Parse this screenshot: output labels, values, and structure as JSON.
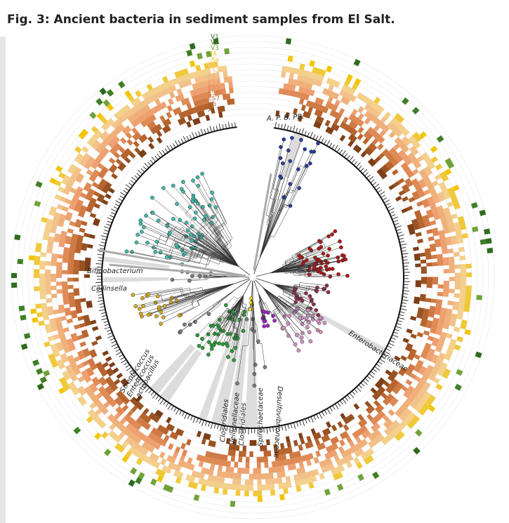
{
  "title": "Fig. 3: Ancient bacteria in sediment samples from El Salt.",
  "rings": [
    {
      "label": "V1",
      "color": "#2f6b1f"
    },
    {
      "label": "V2",
      "color": "#3f7f25"
    },
    {
      "label": "V3",
      "color": "#6fa33a"
    },
    {
      "label": "IX",
      "color": "#f2c500"
    },
    {
      "label": "Xa",
      "color": "#f0c93a"
    },
    {
      "label": "ES1",
      "color": "#f4d08a"
    },
    {
      "label": "ES2",
      "color": "#f3c28a"
    },
    {
      "label": "ES3",
      "color": "#f0b07a"
    },
    {
      "label": "ES4",
      "color": "#eea070"
    },
    {
      "label": "ES5",
      "color": "#e08a55"
    },
    {
      "label": "ES6",
      "color": "#cf7a45"
    },
    {
      "label": "ES7",
      "color": "#b8642e"
    },
    {
      "label": "Xb",
      "color": "#9a5223"
    },
    {
      "label": "XI",
      "color": "#7d3f18"
    }
  ],
  "clades": {
    "apbpb": "A. P. B. PB.",
    "bifidobacterium": "Bifidobacterium",
    "collinsella": "Collinsella",
    "enterobacteriaceae": "Enterobacteriaceae",
    "streptococcus": "Streptococcus",
    "enterococcus": "Enterococcus",
    "lactobacillus": "Lactobacillus",
    "clostridiales1": "Clostridiales",
    "veillonellaceae": "Veillonellaceae",
    "clostridiales2": "Clostridiales",
    "spirochaetaceae": "Spirochaetaceae",
    "desulfovibrionaceae": "Desulfovibrionaceae"
  },
  "clade_colors": {
    "blue": "#2a3a9a",
    "red": "#b01818",
    "maroon": "#8a3048",
    "pink": "#d090c0",
    "magenta": "#a020c0",
    "yellow": "#f0e020",
    "green": "#2a9a3a",
    "gray": "#7a7a7a",
    "gold": "#d4a820",
    "teal": "#40b8a8"
  }
}
